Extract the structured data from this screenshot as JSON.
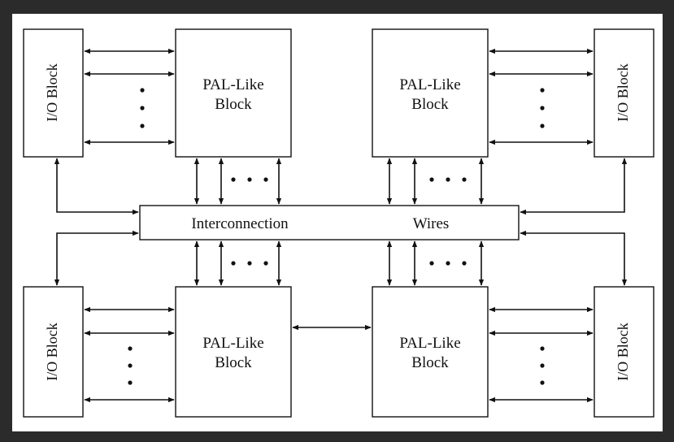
{
  "diagram": {
    "io_block_label": "I/O Block",
    "pal_block_line1": "PAL-Like",
    "pal_block_line2": "Block",
    "interconnect_left": "Interconnection",
    "interconnect_right": "Wires",
    "ellipsis": "..."
  },
  "colors": {
    "background": "#2b2b2b",
    "canvas": "#ffffff",
    "ink": "#111111"
  }
}
